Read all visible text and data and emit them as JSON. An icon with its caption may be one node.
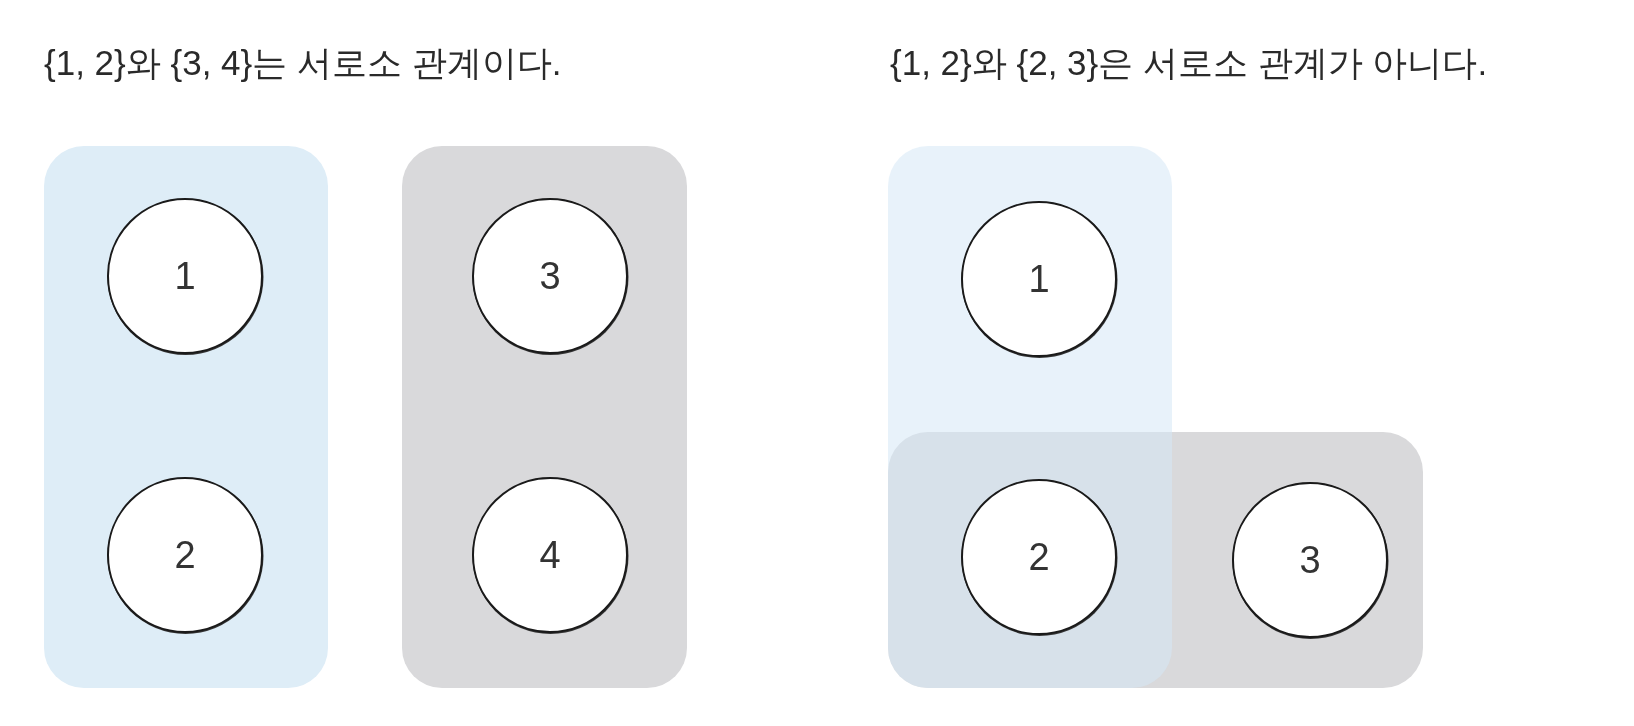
{
  "diagram": {
    "nodes": [
      {
        "text": [],
        "shape": "box"
      },
      {
        "text": [
          "1"
        ],
        "in": 0
      },
      {
        "text": [
          "2"
        ],
        "in": 0
      },
      {
        "text": [],
        "shape": "box"
      },
      {
        "text": [
          "3"
        ],
        "in": 3
      },
      {
        "text": [
          "4"
        ],
        "in": 3
      },
      {
        "text": [],
        "shape": "box"
      },
      {
        "text": [
          "1"
        ],
        "in": 6
      },
      {
        "text": [],
        "shape": "box"
      },
      {
        "text": [
          "2"
        ]
      },
      {
        "text": [
          "3"
        ],
        "in": 8
      }
    ],
    "labels": [
      "{1, 2}와 {3, 4}는 서로소 관계이다.",
      "{1, 2}와 {2, 3}은 서로소 관계가 아니다."
    ]
  }
}
